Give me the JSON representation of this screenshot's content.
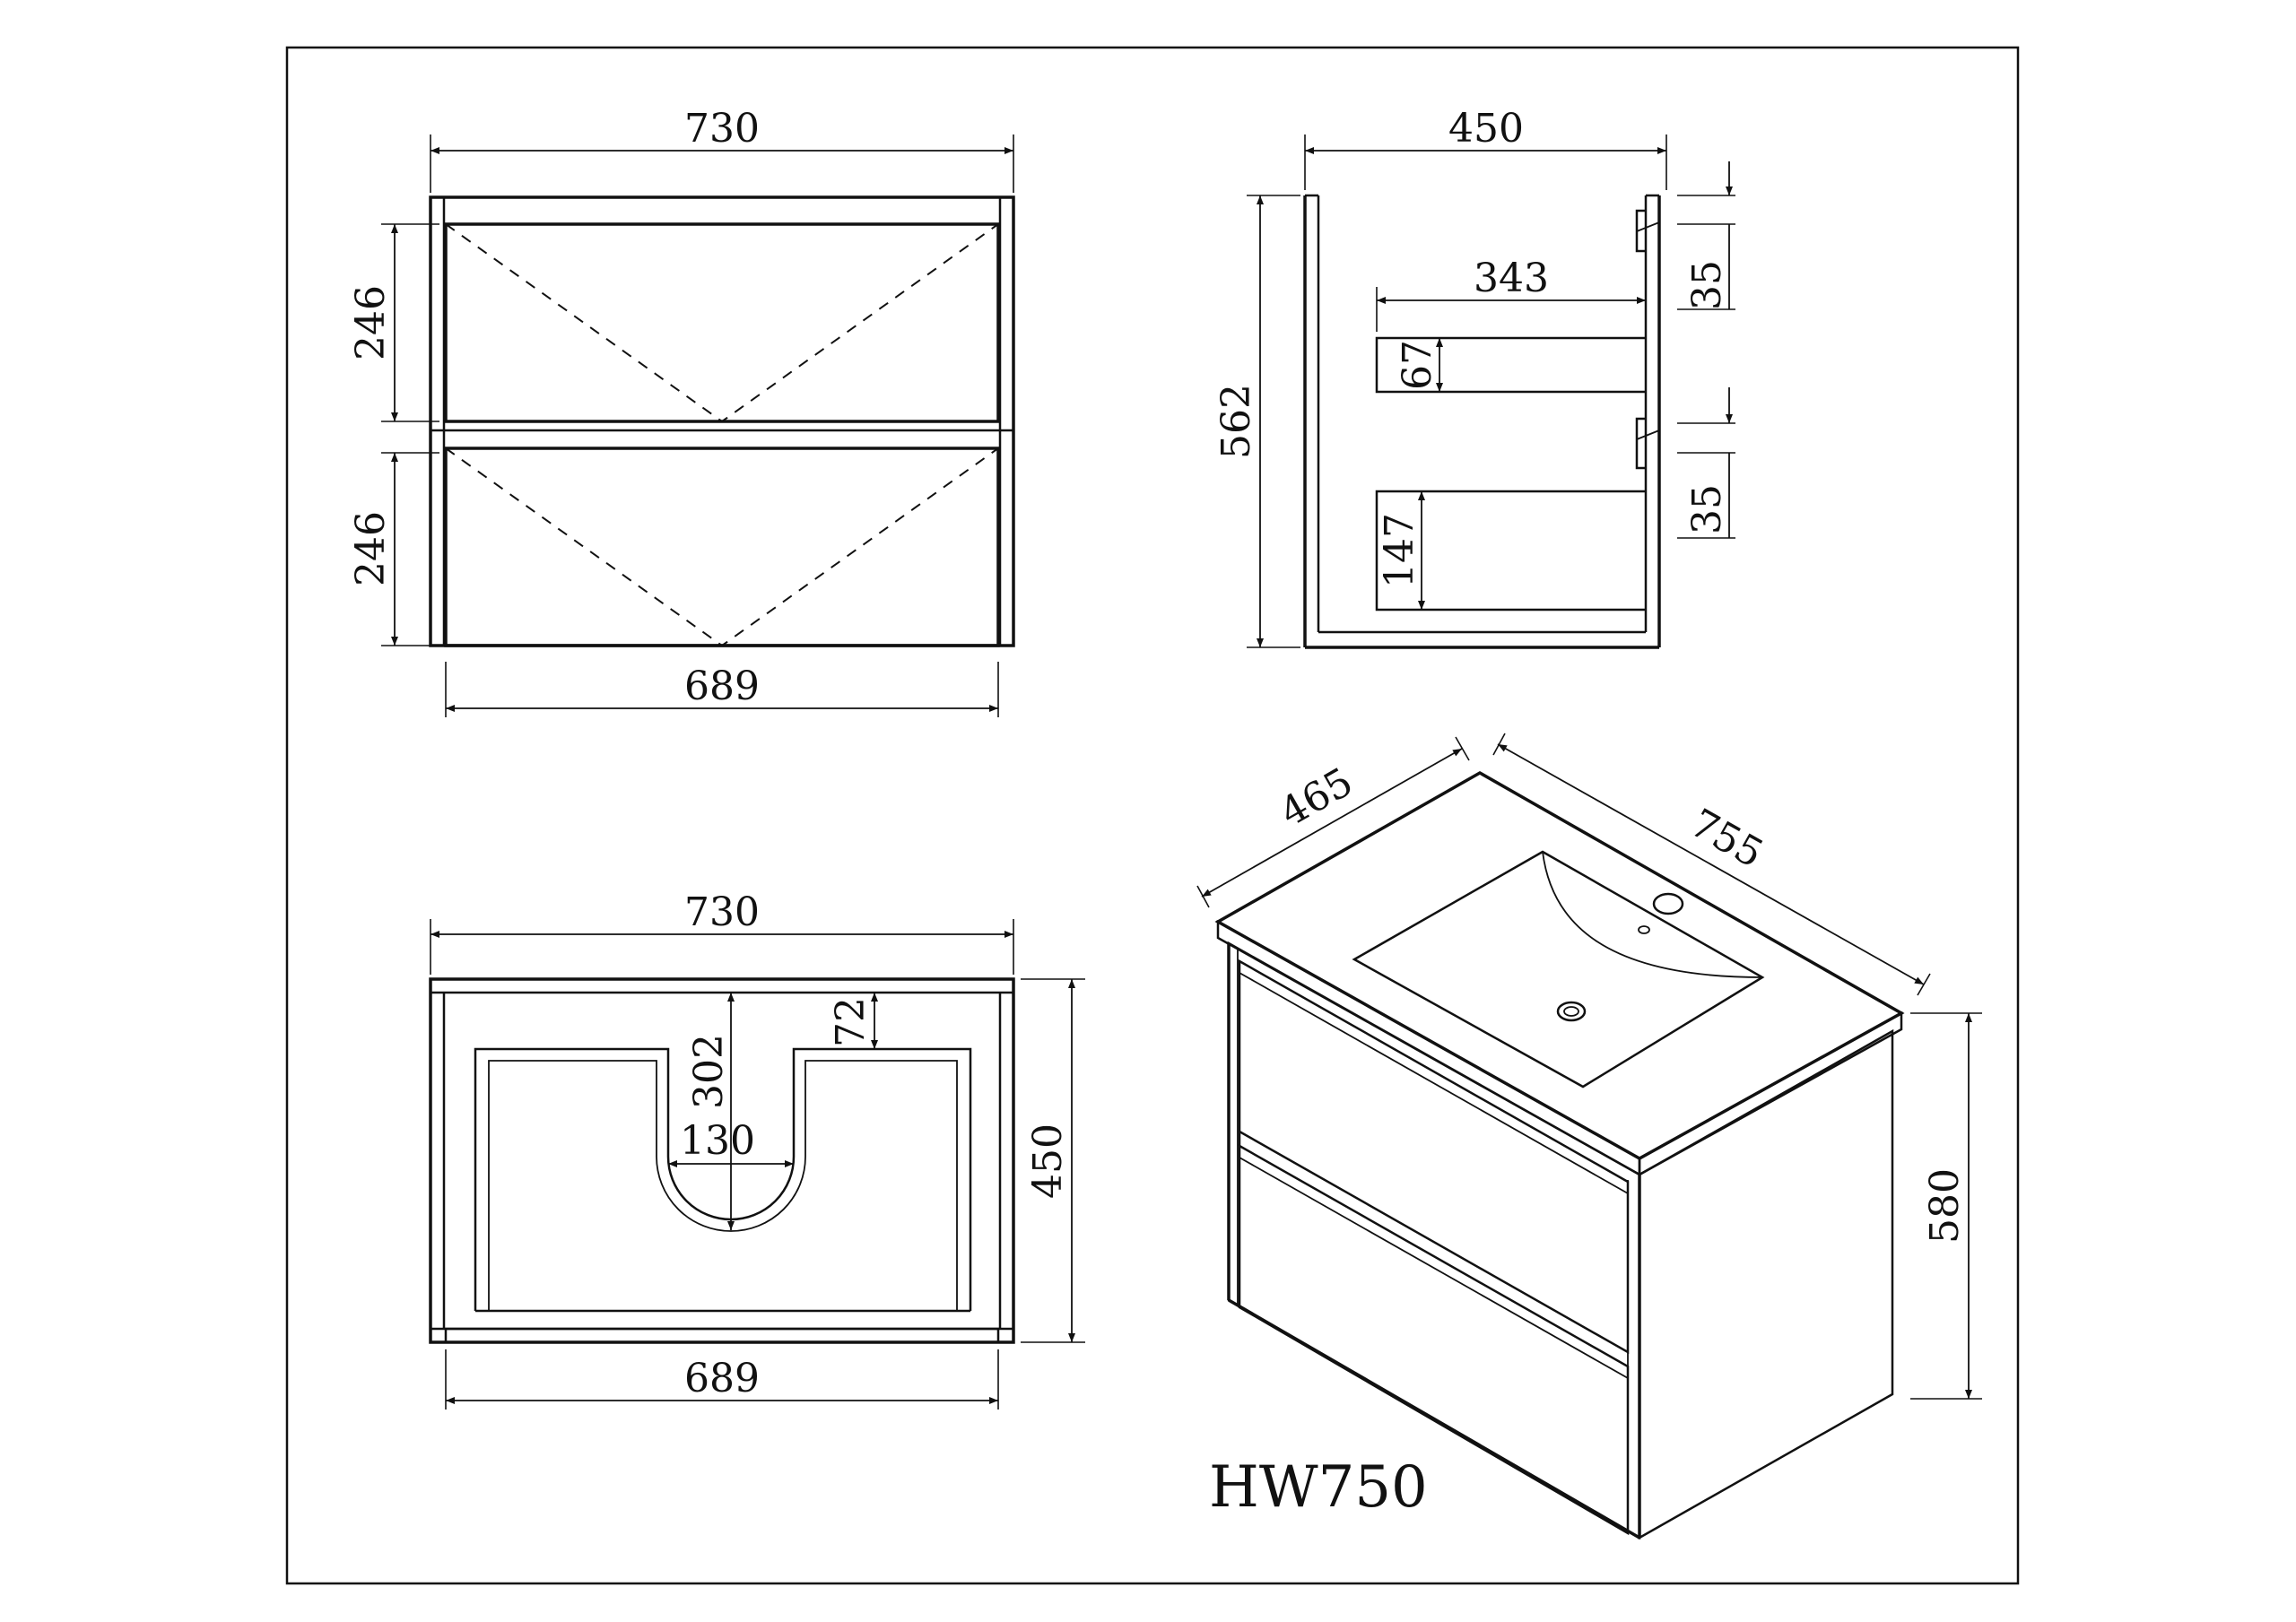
{
  "model": "HW750",
  "colors": {
    "line": "#111111",
    "background": "#ffffff"
  },
  "front_view": {
    "width_top": "730",
    "width_bottom": "689",
    "drawer_height_upper": "246",
    "drawer_height_lower": "246"
  },
  "side_view": {
    "depth": "450",
    "height": "562",
    "drawer_depth": "343",
    "handle_gap_upper": "35",
    "handle_gap_lower": "35",
    "upper_cutout": "67",
    "lower_cutout": "147"
  },
  "top_view": {
    "width_top": "730",
    "width_bottom": "689",
    "depth": "450",
    "cutout_depth": "302",
    "cutout_width": "130",
    "rear_offset": "72"
  },
  "perspective_view": {
    "basin_depth": "465",
    "basin_width": "755",
    "height": "580"
  }
}
